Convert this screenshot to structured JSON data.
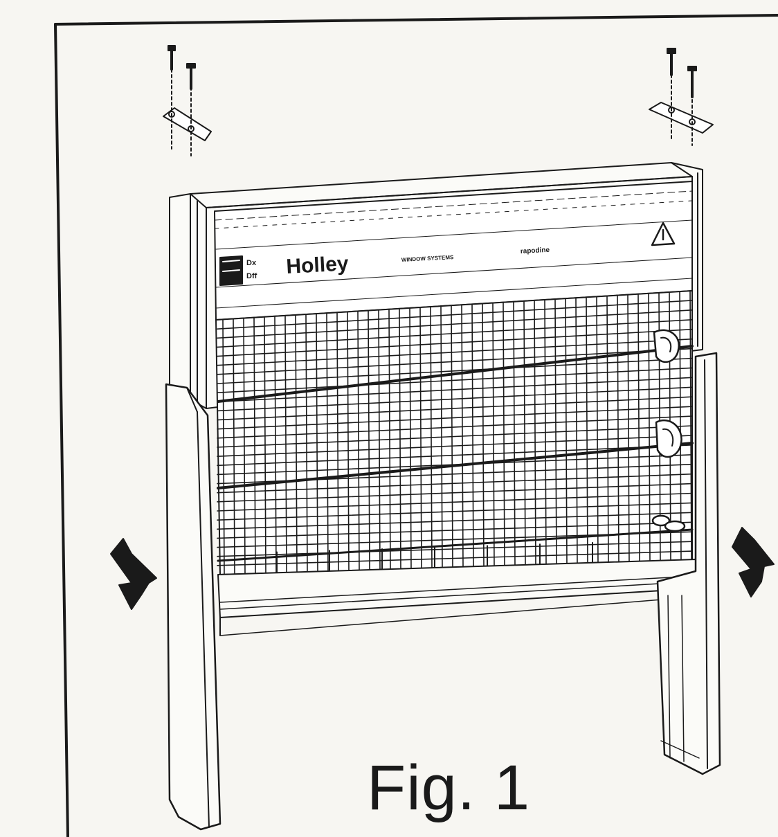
{
  "figure": {
    "caption": "Fig. 1",
    "brand_name": "Holley",
    "logo_text_top": "Dx",
    "logo_text_bottom": "Dff",
    "fine_print_left": "WINDOW SYSTEMS",
    "fine_print_right": "rapodine",
    "colors": {
      "ink": "#1a1a1a",
      "paper": "#f7f6f2"
    }
  }
}
